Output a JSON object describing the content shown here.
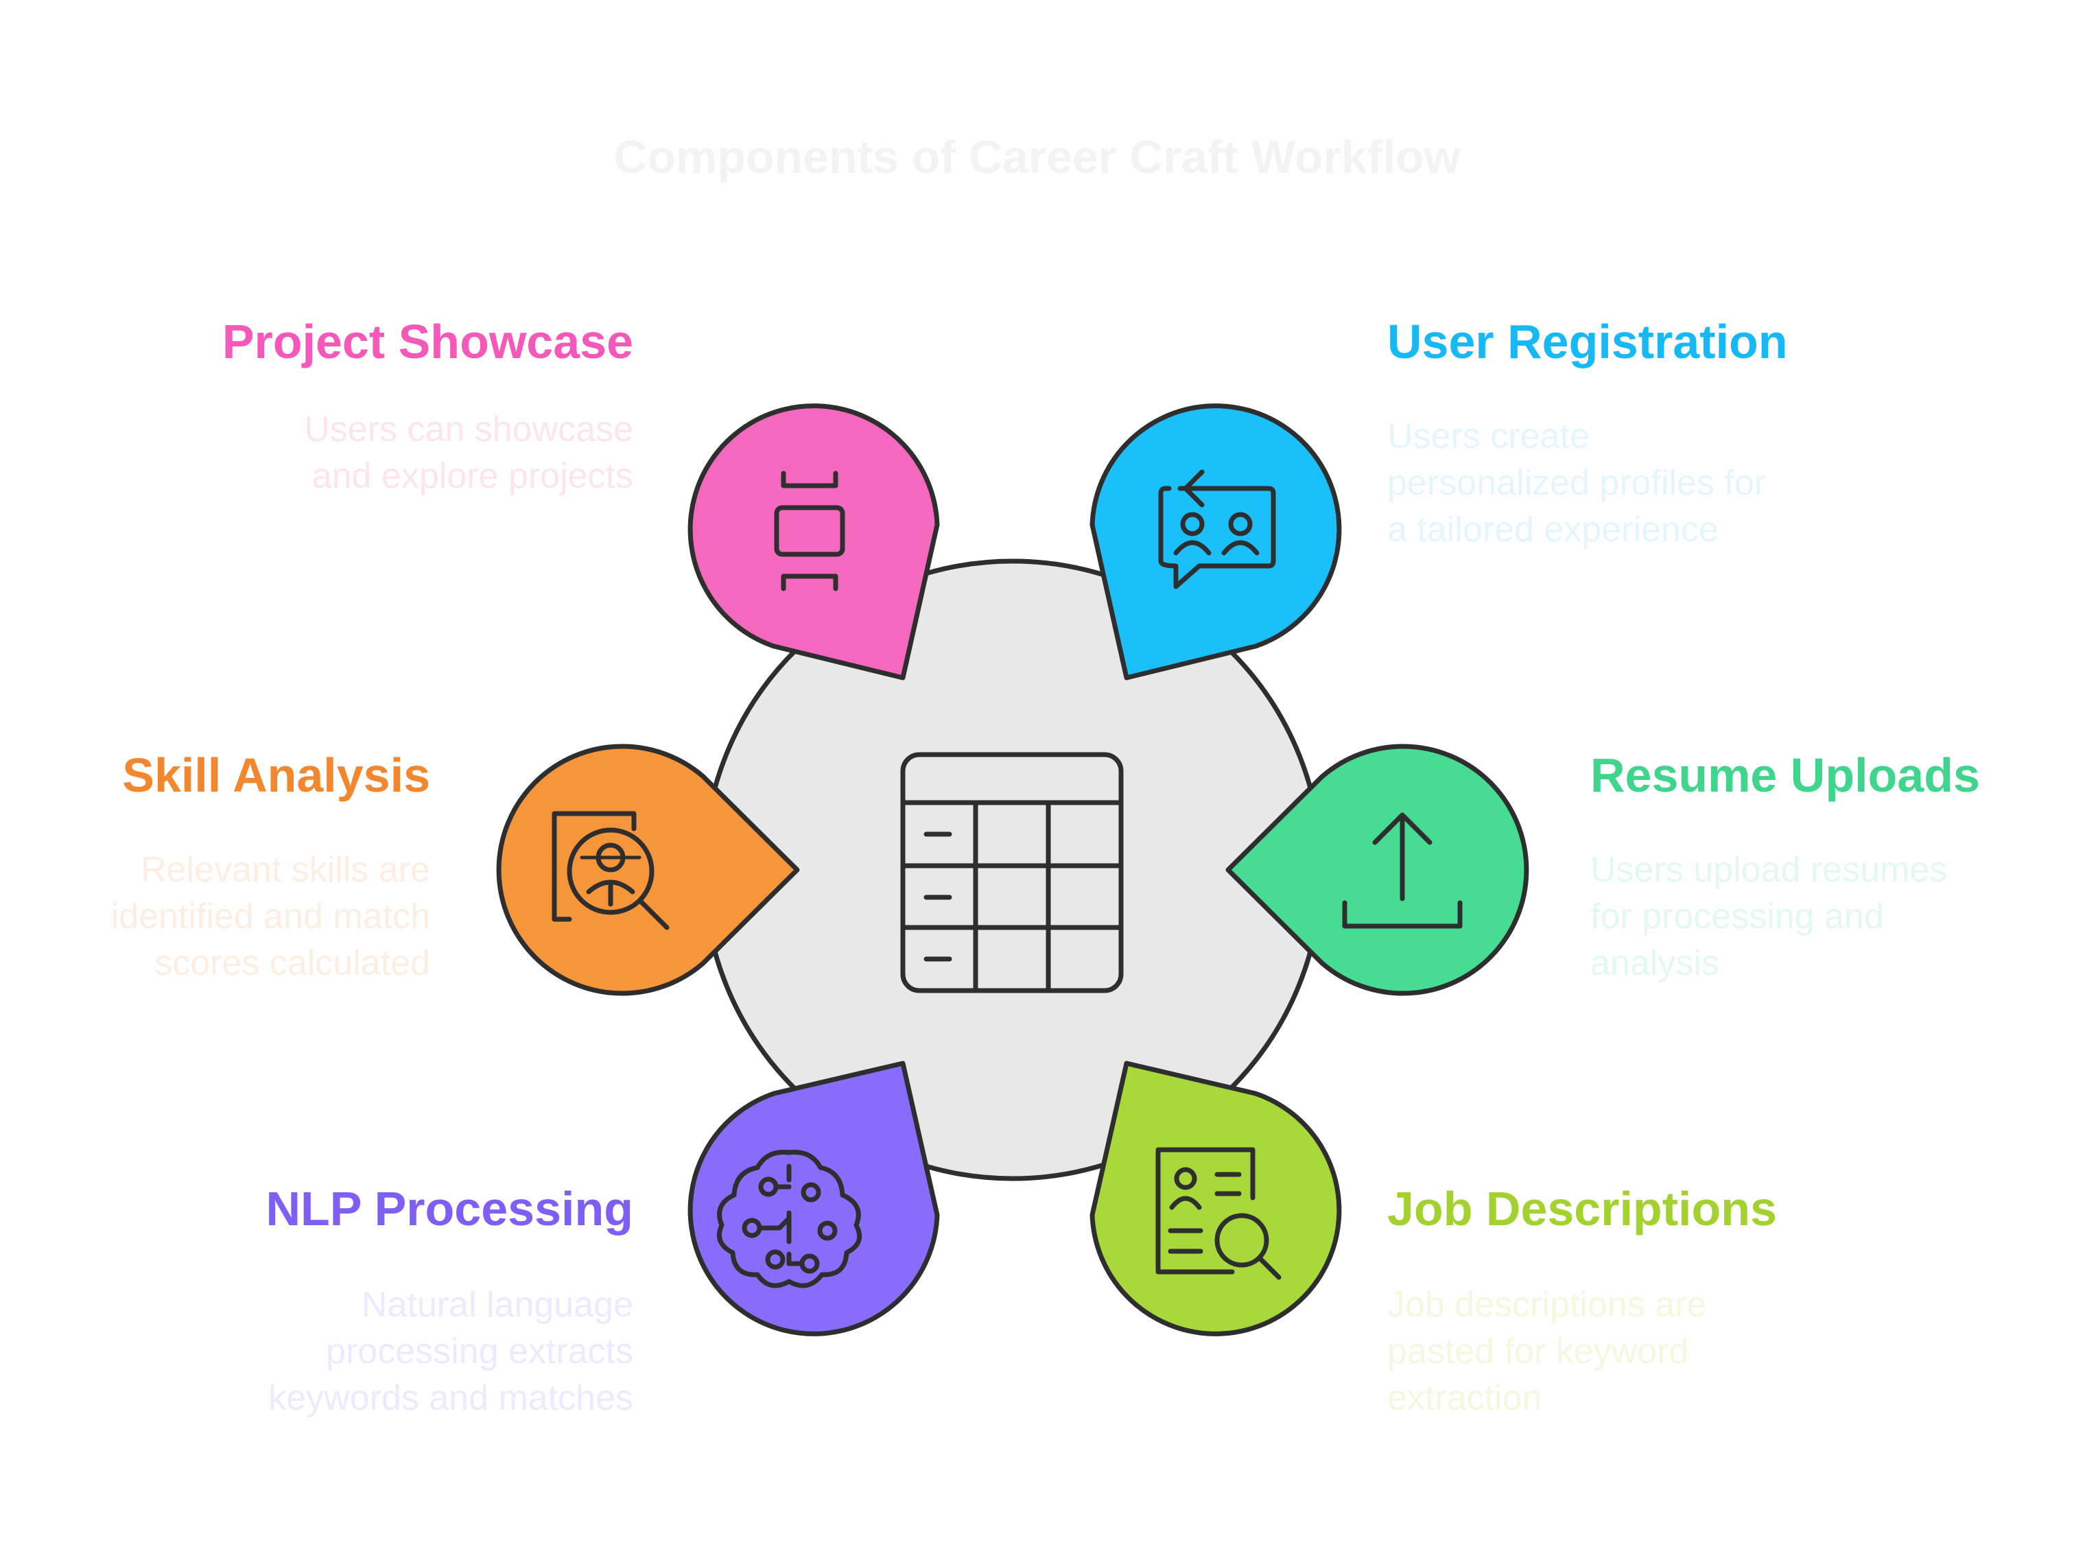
{
  "title": "Components of Career Craft Workflow",
  "center": {
    "icon": "table-icon",
    "fill": "#e8e8e8"
  },
  "nodes": [
    {
      "id": "project-showcase",
      "heading": "Project Showcase",
      "description": [
        "Users can showcase",
        "and explore projects"
      ],
      "color": "#f468be",
      "text_color": "#f458b8",
      "desc_color": "#fce4f1",
      "icon": "columns-icon"
    },
    {
      "id": "user-registration",
      "heading": "User Registration",
      "description": [
        "Users create",
        "personalized profiles for",
        "a tailored experience"
      ],
      "color": "#1bbff9",
      "text_color": "#17b9f4",
      "desc_color": "#e4f6fd",
      "icon": "user-chat-icon"
    },
    {
      "id": "skill-analysis",
      "heading": "Skill Analysis",
      "description": [
        "Relevant skills are",
        "identified and match",
        "scores calculated"
      ],
      "color": "#f69539",
      "text_color": "#f2872e",
      "desc_color": "#fdeee2",
      "icon": "user-search-icon"
    },
    {
      "id": "resume-uploads",
      "heading": "Resume Uploads",
      "description": [
        "Users upload resumes",
        "for processing and",
        "analysis"
      ],
      "color": "#47dc94",
      "text_color": "#3fd58c",
      "desc_color": "#e3f9ef",
      "icon": "upload-icon"
    },
    {
      "id": "nlp-processing",
      "heading": "NLP Processing",
      "description": [
        "Natural language",
        "processing extracts",
        "keywords and matches"
      ],
      "color": "#8a6cfb",
      "text_color": "#7f5ef6",
      "desc_color": "#ecebfd",
      "icon": "brain-icon"
    },
    {
      "id": "job-descriptions",
      "heading": "Job Descriptions",
      "description": [
        "Job descriptions are",
        "pasted for keyword",
        "extraction"
      ],
      "color": "#a8d839",
      "text_color": "#a3d22f",
      "desc_color": "#f2f9de",
      "icon": "document-search-icon"
    }
  ]
}
